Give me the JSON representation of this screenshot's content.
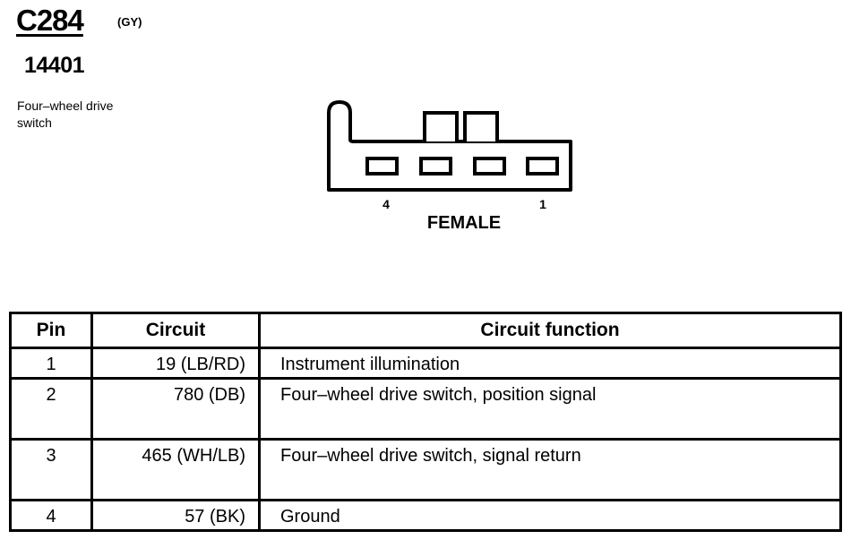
{
  "connector": {
    "id": "C284",
    "color_code": "(GY)",
    "part_number": "14401",
    "description": "Four–wheel drive switch"
  },
  "diagram": {
    "pin_label_left": "4",
    "pin_label_right": "1",
    "gender_label": "FEMALE",
    "pin_count": 4
  },
  "table": {
    "headers": {
      "pin": "Pin",
      "circuit": "Circuit",
      "function": "Circuit function"
    },
    "rows": [
      {
        "pin": "1",
        "circuit": "19 (LB/RD)",
        "function": "Instrument illumination"
      },
      {
        "pin": "2",
        "circuit": "780 (DB)",
        "function": "Four–wheel drive switch, position signal"
      },
      {
        "pin": "3",
        "circuit": "465 (WH/LB)",
        "function": "Four–wheel drive switch, signal return"
      },
      {
        "pin": "4",
        "circuit": "57 (BK)",
        "function": "Ground"
      }
    ]
  }
}
